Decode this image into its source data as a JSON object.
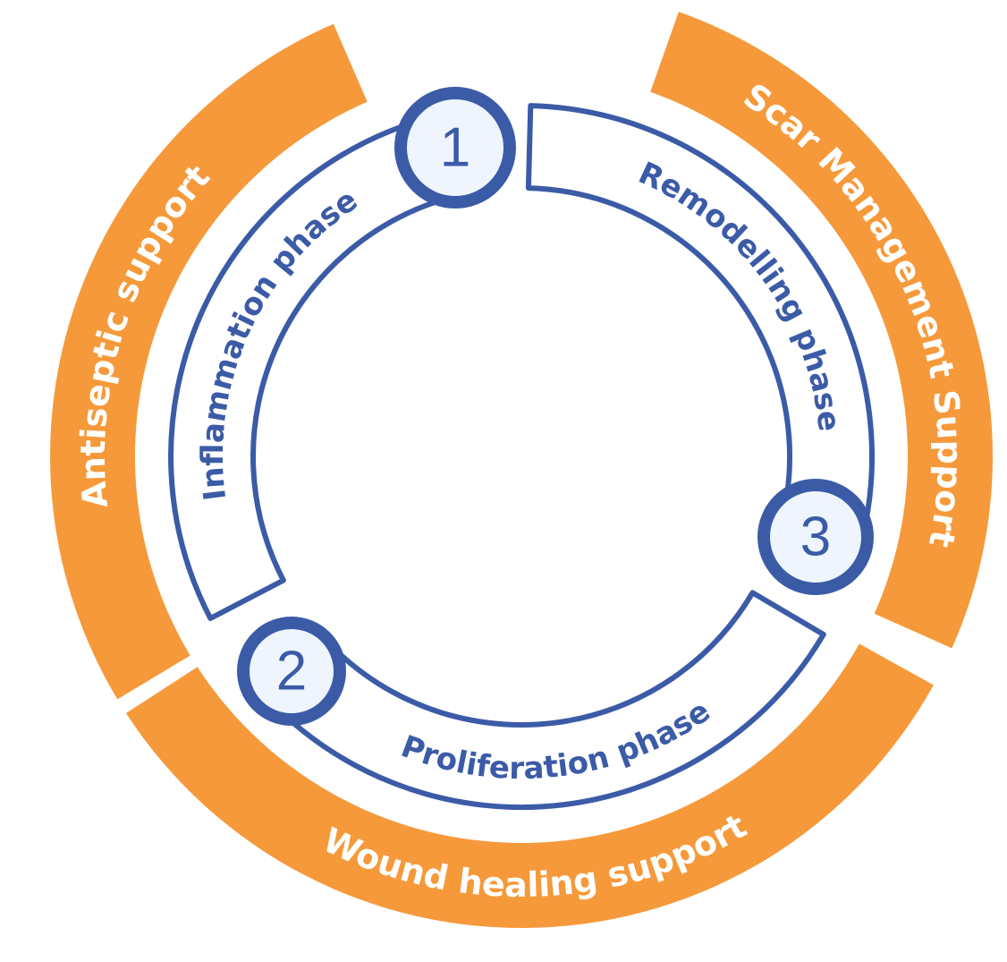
{
  "colors": {
    "orange": "#F6993A",
    "blue": "#3B5BA7",
    "circle_fill": "#EEF5FC"
  },
  "support_bands": [
    {
      "label": "Antiseptic support"
    },
    {
      "label": "Scar Management Support"
    },
    {
      "label": "Wound healing support"
    }
  ],
  "phases": [
    {
      "number": "1",
      "label": "Inflammation phase"
    },
    {
      "number": "2",
      "label": "Proliferation phase"
    },
    {
      "number": "3",
      "label": "Remodelling phase"
    }
  ]
}
